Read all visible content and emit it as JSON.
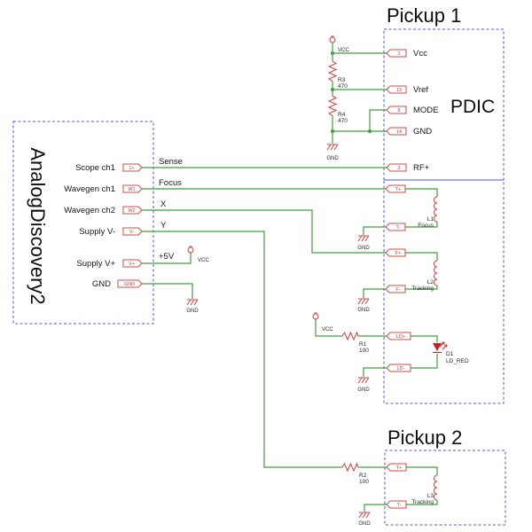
{
  "palette": {
    "wire_green": "#3f9f3f",
    "component_red": "#d14b4b",
    "led_red": "#cc1f1f",
    "sheet_box_blue": "#5252d9",
    "text_black": "#161616"
  },
  "ad2": {
    "title": "AnalogDiscovery2",
    "pins": [
      {
        "label": "Scope ch1",
        "tag": "1+"
      },
      {
        "label": "Wavegen ch1",
        "tag": "W1"
      },
      {
        "label": "Wavegen ch2",
        "tag": "W2"
      },
      {
        "label": "Supply V-",
        "tag": "V-"
      },
      {
        "label": "Supply V+",
        "tag": "V+"
      },
      {
        "label": "GND",
        "tag": "GND"
      }
    ]
  },
  "nets": {
    "sense": "Sense",
    "focus": "Focus",
    "x": "X",
    "y": "Y",
    "plus5v": "+5V"
  },
  "power": {
    "vcc": "VCC",
    "gnd": "GND"
  },
  "pickup1": {
    "title": "Pickup 1",
    "chip": "PDIC",
    "chip_pins": [
      {
        "num": "1",
        "label": "Vcc"
      },
      {
        "num": "13",
        "label": "Vref"
      },
      {
        "num": "8",
        "label": "MODE"
      },
      {
        "num": "14",
        "label": "GND"
      },
      {
        "num": "3",
        "label": "RF+"
      }
    ],
    "coil_pins": [
      "T+",
      "T-",
      "F+",
      "F-",
      "LD+",
      "LD-"
    ]
  },
  "pickup2": {
    "title": "Pickup 2",
    "pins": [
      "T+",
      "T-"
    ]
  },
  "components": {
    "r1": {
      "ref": "R1",
      "value": "100"
    },
    "r2": {
      "ref": "R2",
      "value": "100"
    },
    "r3": {
      "ref": "R3",
      "value": "470"
    },
    "r4": {
      "ref": "R4",
      "value": "470"
    },
    "l1": {
      "ref": "L1",
      "value": "Focus"
    },
    "l2": {
      "ref": "L2",
      "value": "Tracking"
    },
    "l3": {
      "ref": "L3",
      "value": "Tracking"
    },
    "d1": {
      "ref": "D1",
      "value": "LD_RED"
    }
  }
}
